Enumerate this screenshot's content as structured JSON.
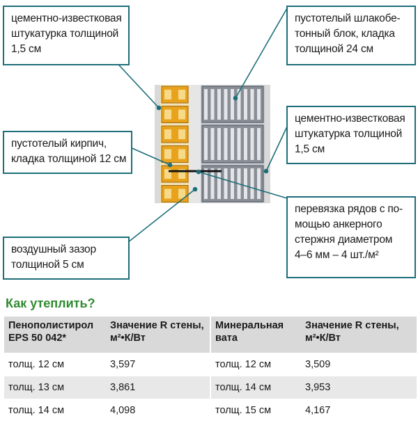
{
  "callouts": {
    "plaster_outer": [
      "цементно-известковая",
      "штукатурка толщиной",
      "1,5 см"
    ],
    "block": [
      "пустотелый шлакобе-",
      "тонный блок, кладка",
      "толщиной 24 см"
    ],
    "plaster_inner": [
      "цементно-известковая",
      "штукатурка толщиной",
      "1,5 см"
    ],
    "brick": [
      "пустотелый кирпич,",
      "кладка толщиной 12 см"
    ],
    "air_gap": [
      "воздушный зазор",
      "толщиной 5 см"
    ],
    "anchor": [
      "перевязка рядов с по-",
      "мощью анкерного",
      "стержня диаметром",
      "4–6 мм – 4 шт./м²"
    ]
  },
  "colors": {
    "callout_border": "#1d6e78",
    "brick_fill": "#e8a21c",
    "block_fill": "#8a8e96",
    "title_green": "#2e8b2e"
  },
  "section_title": "Как утеплить?",
  "table": {
    "headers": [
      "Пенополистирол EPS 50 042*",
      "Значение R стены, м²•К/Вт",
      "Минеральная вата",
      "Значение R стены, м²•К/Вт"
    ],
    "rows": [
      [
        "толщ. 12 см",
        "3,597",
        "толщ. 12 см",
        "3,509"
      ],
      [
        "толщ. 13 см",
        "3,861",
        "толщ. 14 см",
        "3,953"
      ],
      [
        "толщ. 14 см",
        "4,098",
        "толщ. 15 см",
        "4,167"
      ]
    ]
  }
}
